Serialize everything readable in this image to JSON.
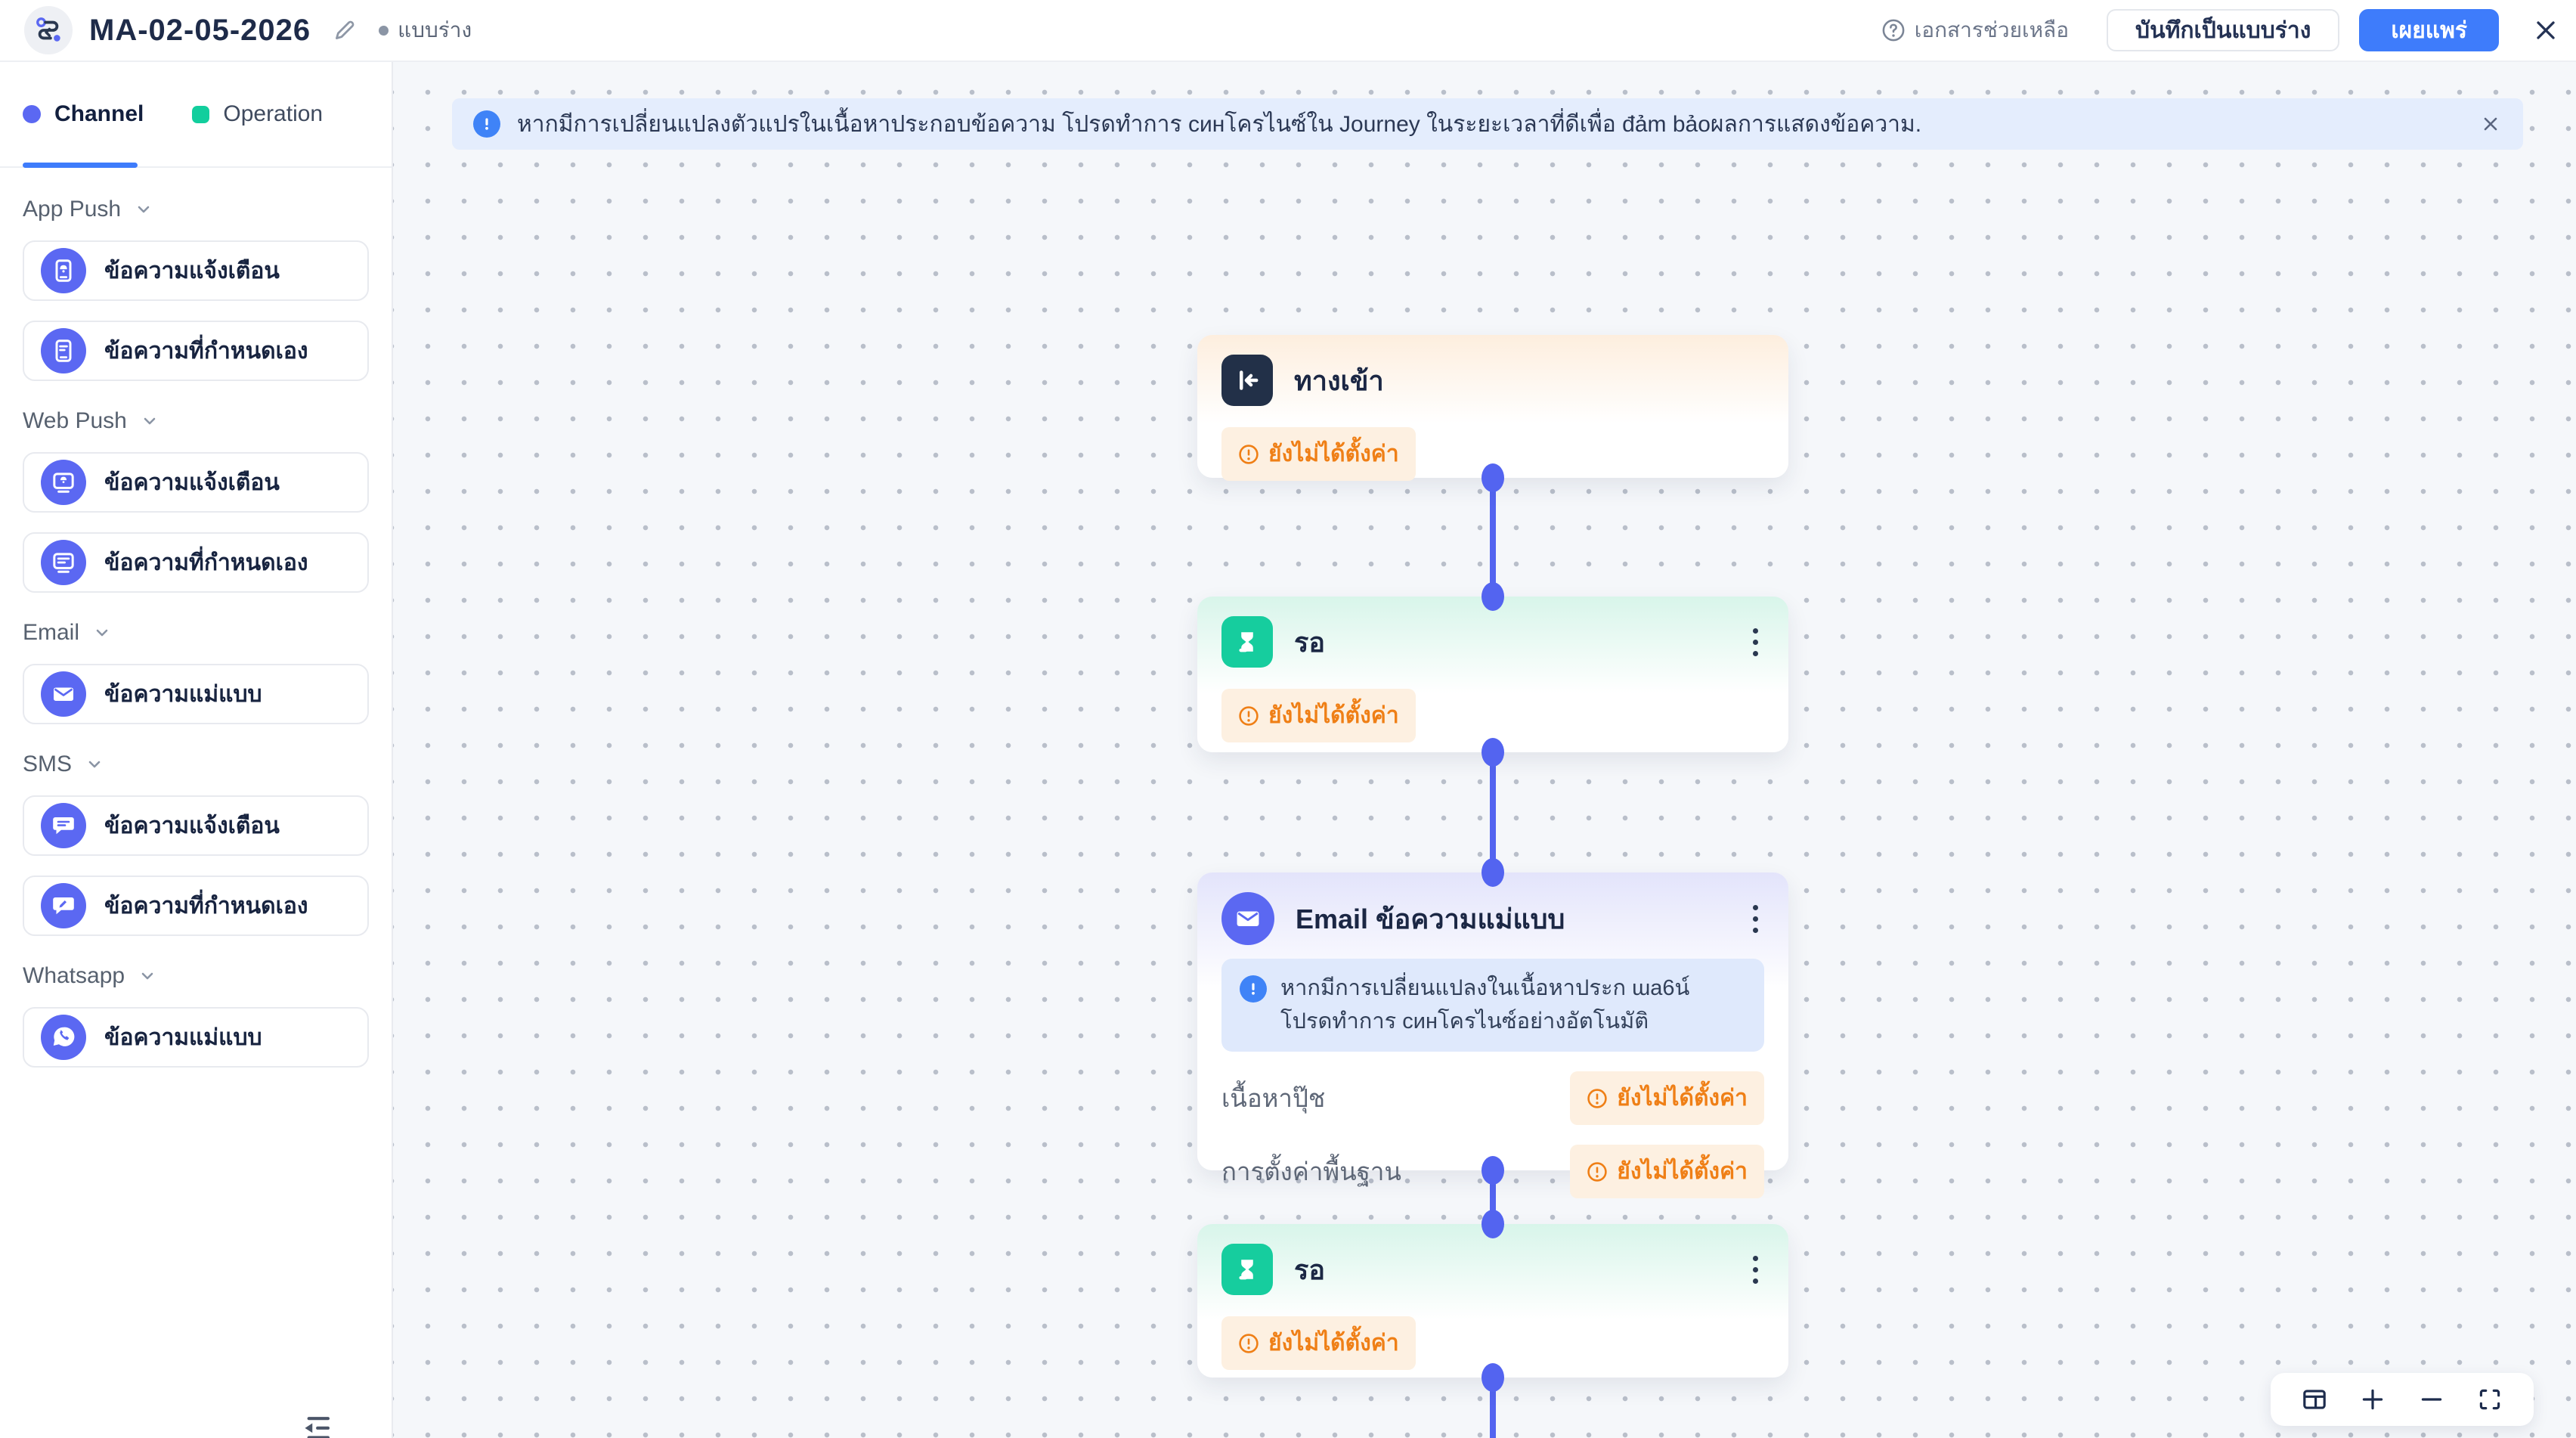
{
  "header": {
    "title": "MA-02-05-2026",
    "status_label": "แบบร่าง",
    "help_label": "เอกสารช่วยเหลือ",
    "save_draft_label": "บันทึกเป็นแบบร่าง",
    "publish_label": "เผยแพร่",
    "logo_icon": "journey-flow-icon",
    "edit_icon": "pencil-icon",
    "close_icon": "close-icon"
  },
  "sidebar": {
    "tabs": [
      {
        "label": "Channel",
        "active": true,
        "dot_color": "#5b68f2",
        "dot_shape": "circle"
      },
      {
        "label": "Operation",
        "active": false,
        "dot_color": "#12ce9d",
        "dot_shape": "rounded-square"
      }
    ],
    "sections": [
      {
        "label": "App Push",
        "items": [
          {
            "label": "ข้อความแจ้งเตือน",
            "icon": "phone-bell-icon"
          },
          {
            "label": "ข้อความที่กำหนดเอง",
            "icon": "phone-text-icon"
          }
        ]
      },
      {
        "label": "Web Push",
        "items": [
          {
            "label": "ข้อความแจ้งเตือน",
            "icon": "monitor-bell-icon"
          },
          {
            "label": "ข้อความที่กำหนดเอง",
            "icon": "monitor-text-icon"
          }
        ]
      },
      {
        "label": "Email",
        "items": [
          {
            "label": "ข้อความแม่แบบ",
            "icon": "envelope-icon"
          }
        ]
      },
      {
        "label": "SMS",
        "items": [
          {
            "label": "ข้อความแจ้งเตือน",
            "icon": "chat-lines-icon"
          },
          {
            "label": "ข้อความที่กำหนดเอง",
            "icon": "chat-pencil-icon"
          }
        ]
      },
      {
        "label": "Whatsapp",
        "items": [
          {
            "label": "ข้อความแม่แบบ",
            "icon": "whatsapp-icon"
          }
        ]
      }
    ],
    "collapse_icon": "collapse-sidebar-icon"
  },
  "canvas": {
    "banner": {
      "icon": "info-icon",
      "text": "หากมีการเปลี่ยนแปลงตัวแปรในเนื้อหาประกอบข้อความ โปรดทำการ cинโครไนซ์ใน Journey ในระยะเวลาที่ดีเพื่อ đảm bảoผลการแสดงข้อความ.",
      "close_icon": "close-icon"
    },
    "nodes": [
      {
        "type": "entry",
        "icon": "entry-icon",
        "title": "ทางเข้า",
        "warning": "ยังไม่ได้ตั้งค่า"
      },
      {
        "type": "wait",
        "icon": "hourglass-icon",
        "title": "รอ",
        "warning": "ยังไม่ได้ตั้งค่า"
      },
      {
        "type": "email",
        "icon": "envelope-icon",
        "title": "Email ข้อความแม่แบบ",
        "info": "หากมีการเปลี่ยนแปลงในเนื้อหาประก ɯa6น์ โปรดทำการ cинโครไนซ์อย่างอัตโนมัติ",
        "rows": [
          {
            "label": "เนื้อหาปุ๊ช",
            "badge": "ยังไม่ได้ตั้งค่า"
          },
          {
            "label": "การตั้งค่าพื้นฐาน",
            "badge": "ยังไม่ได้ตั้งค่า"
          }
        ]
      },
      {
        "type": "wait",
        "icon": "hourglass-icon",
        "title": "รอ",
        "warning": "ยังไม่ได้ตั้งค่า"
      }
    ],
    "toolbar_icons": [
      "layout-fit-icon",
      "zoom-in-icon",
      "zoom-out-icon",
      "fullscreen-icon"
    ]
  },
  "colors": {
    "accent_indigo": "#5b68f2",
    "accent_blue": "#3e7cfb",
    "connector": "#5364f0",
    "teal": "#16cd9e",
    "navy": "#223048",
    "warning_text": "#ef7f16",
    "warning_bg": "#fdf0e1",
    "banner_bg": "#e4edfd",
    "canvas_bg": "#f5f7fa"
  }
}
